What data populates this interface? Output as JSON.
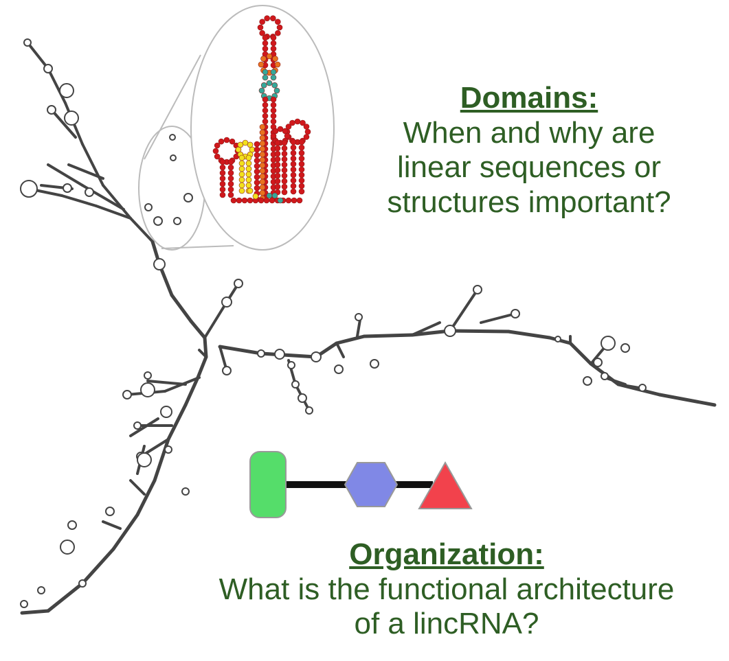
{
  "domains": {
    "heading": "Domains:",
    "question_lines": [
      "When and why are",
      "linear sequences or",
      "structures important?"
    ]
  },
  "organization": {
    "heading": "Organization:",
    "question_lines": [
      "What is the functional architecture",
      "of a lincRNA?"
    ]
  },
  "colors": {
    "text": "#2e5e24",
    "structure_outline": "#444444",
    "magnifier": "#bbbbbb",
    "nucleotide_high": "#d0181c",
    "nucleotide_mid": "#e8731f",
    "nucleotide_low": "#f2e11d",
    "nucleotide_teal": "#35a89a",
    "domain_green": "#55dd6a",
    "domain_blue": "#8088e6",
    "domain_red": "#f2424c",
    "linker": "#111111"
  },
  "domain_shapes": [
    "rounded-rectangle",
    "hexagon",
    "triangle"
  ]
}
